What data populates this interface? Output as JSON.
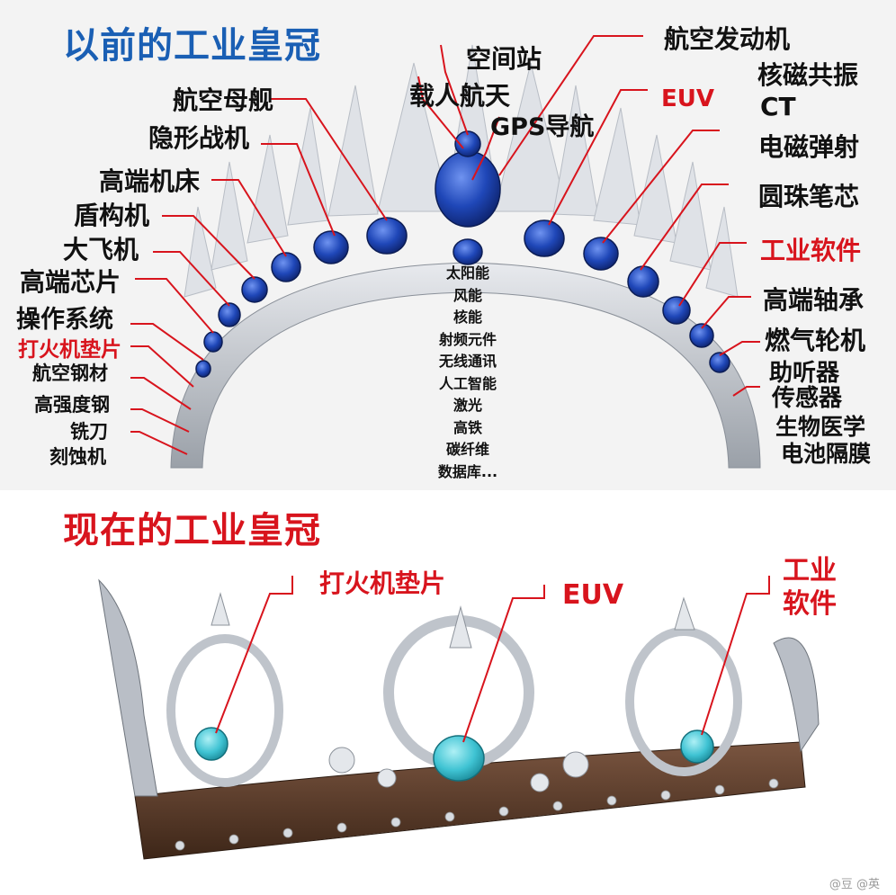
{
  "top": {
    "title": "以前的工业皇冠",
    "title_color": "#1a5fb4",
    "labels": {
      "kongjianzhan": "空间站",
      "zairen": "载人航天",
      "gps": "GPS导航",
      "hangkong_fadongji": "航空发动机",
      "hecigongzhen": "核磁共振",
      "ct": "CT",
      "euv": "EUV",
      "diancitanshe": "电磁弹射",
      "yuanzhubixin": "圆珠笔芯",
      "gongye_ruanjian": "工业软件",
      "gaoduan_zhoucheng": "高端轴承",
      "ranqi_lunji": "燃气轮机",
      "zhutingqi": "助听器",
      "chuanganqi": "传感器",
      "shengwu_yixue": "生物医学",
      "dianchi_gemo": "电池隔膜",
      "hangkong_mujian": "航空母舰",
      "yinxing_zhanji": "隐形战机",
      "gaoduan_jichuang": "高端机床",
      "dungouji": "盾构机",
      "dafeiji": "大飞机",
      "gaoduan_xinpian": "高端芯片",
      "caozuo_xitong": "操作系统",
      "dahuoji_dianpian": "打火机垫片",
      "hangkong_gangcai": "航空钢材",
      "gaoqiangdu_gang": "高强度钢",
      "xidao": "铣刀",
      "keshiji": "刻蚀机"
    },
    "center_list": [
      "太阳能",
      "风能",
      "核能",
      "射频元件",
      "无线通讯",
      "人工智能",
      "激光",
      "高铁",
      "碳纤维",
      "数据库..."
    ]
  },
  "bottom": {
    "title": "现在的工业皇冠",
    "title_color": "#d8141d",
    "labels": {
      "dahuoji_dianpian": "打火机垫片",
      "euv": "EUV",
      "gongye": "工业",
      "ruanjian": "软件"
    }
  },
  "watermark": "@豆 @英",
  "colors": {
    "red_label": "#d8141d",
    "sapphire": "#1c3f9e",
    "turquoise": "#3fc3d3",
    "silver": "#c9cdd3",
    "dark_band": "#5a3a2a"
  }
}
